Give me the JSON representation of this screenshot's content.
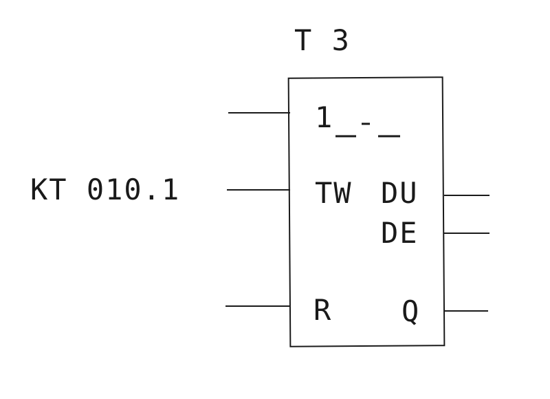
{
  "timer": {
    "name": "T 3",
    "start_input": "1",
    "time_value_input": "TW",
    "reset_input": "R",
    "binary_output": "DU",
    "bcd_output": "DE",
    "status_output": "Q"
  },
  "constant": {
    "label": "KT 010.1"
  },
  "colors": {
    "ink": "#1a1a1a",
    "background": "#ffffff"
  }
}
